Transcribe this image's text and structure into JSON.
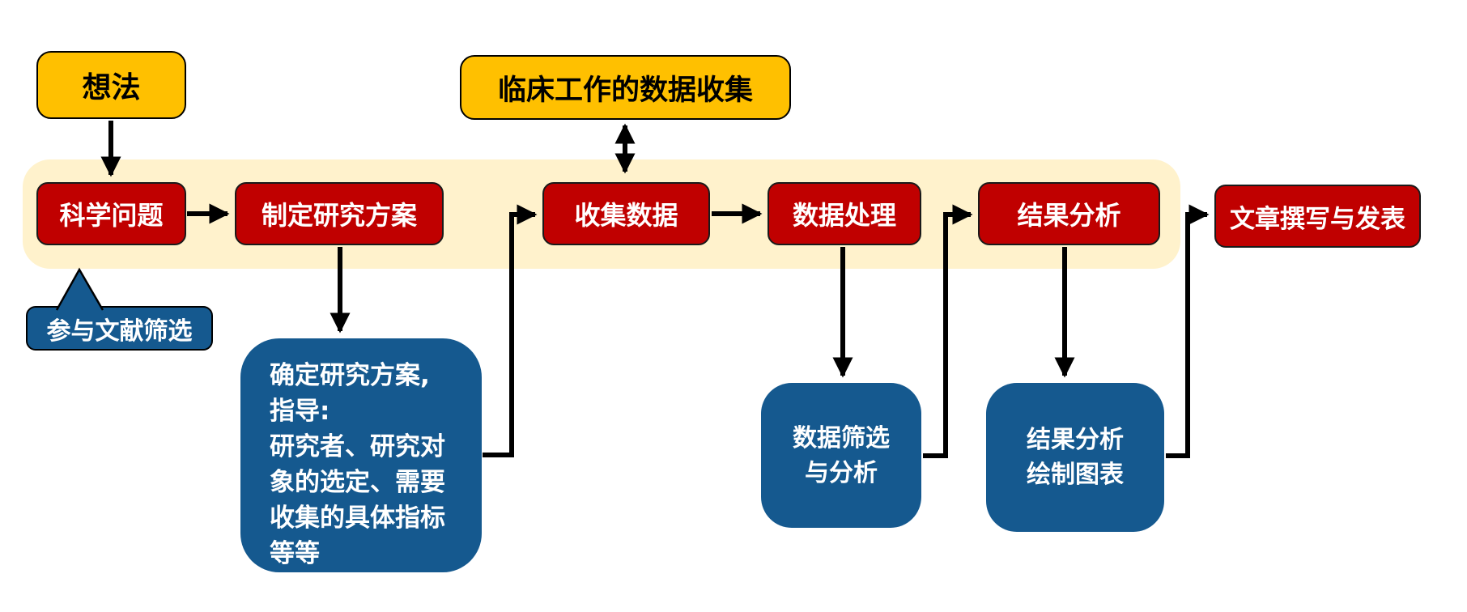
{
  "diagram": {
    "title": "clinical-research-workflow-flowchart",
    "colors": {
      "stage_red": "#C00000",
      "stage_yellow": "#FFC000",
      "note_blue": "#15598F",
      "band_cream": "#FFF2CC",
      "connector_black": "#000000",
      "text_white": "#FFFFFF",
      "text_black": "#000000"
    },
    "nodes": {
      "idea": {
        "label": "想法"
      },
      "clinical_collection": {
        "label": "临床工作的数据收集"
      },
      "scientific_question": {
        "label": "科学问题"
      },
      "make_research_plan": {
        "label": "制定研究方案"
      },
      "collect_data": {
        "label": "收集数据"
      },
      "data_processing": {
        "label": "数据处理"
      },
      "result_analysis": {
        "label": "结果分析"
      },
      "writing_publishing": {
        "label": "文章撰写与发表"
      },
      "literature_screening": {
        "label": "参与文献筛选"
      },
      "plan_detail": {
        "label": "确定研究方案,\n指导:\n研究者、研究对\n象的选定、需要\n收集的具体指标\n等等"
      },
      "data_filter_analysis": {
        "label": "数据筛选\n与分析"
      },
      "result_chart": {
        "label": "结果分析\n绘制图表"
      }
    }
  }
}
